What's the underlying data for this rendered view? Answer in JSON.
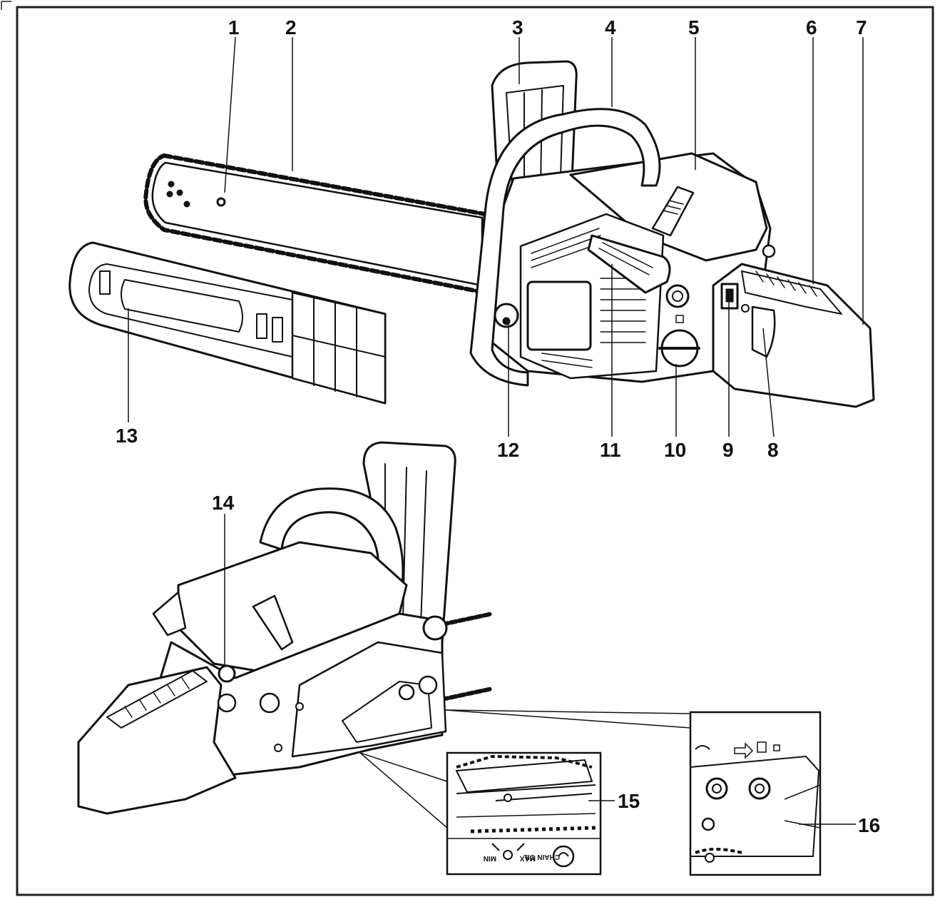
{
  "callouts": [
    "1",
    "2",
    "3",
    "4",
    "5",
    "6",
    "7",
    "8",
    "9",
    "10",
    "11",
    "12",
    "13",
    "14",
    "15",
    "16"
  ],
  "inset_left": {
    "chain_oil_label": "CHAIN OIL",
    "min_label": "MIN",
    "max_label": "MAX"
  }
}
